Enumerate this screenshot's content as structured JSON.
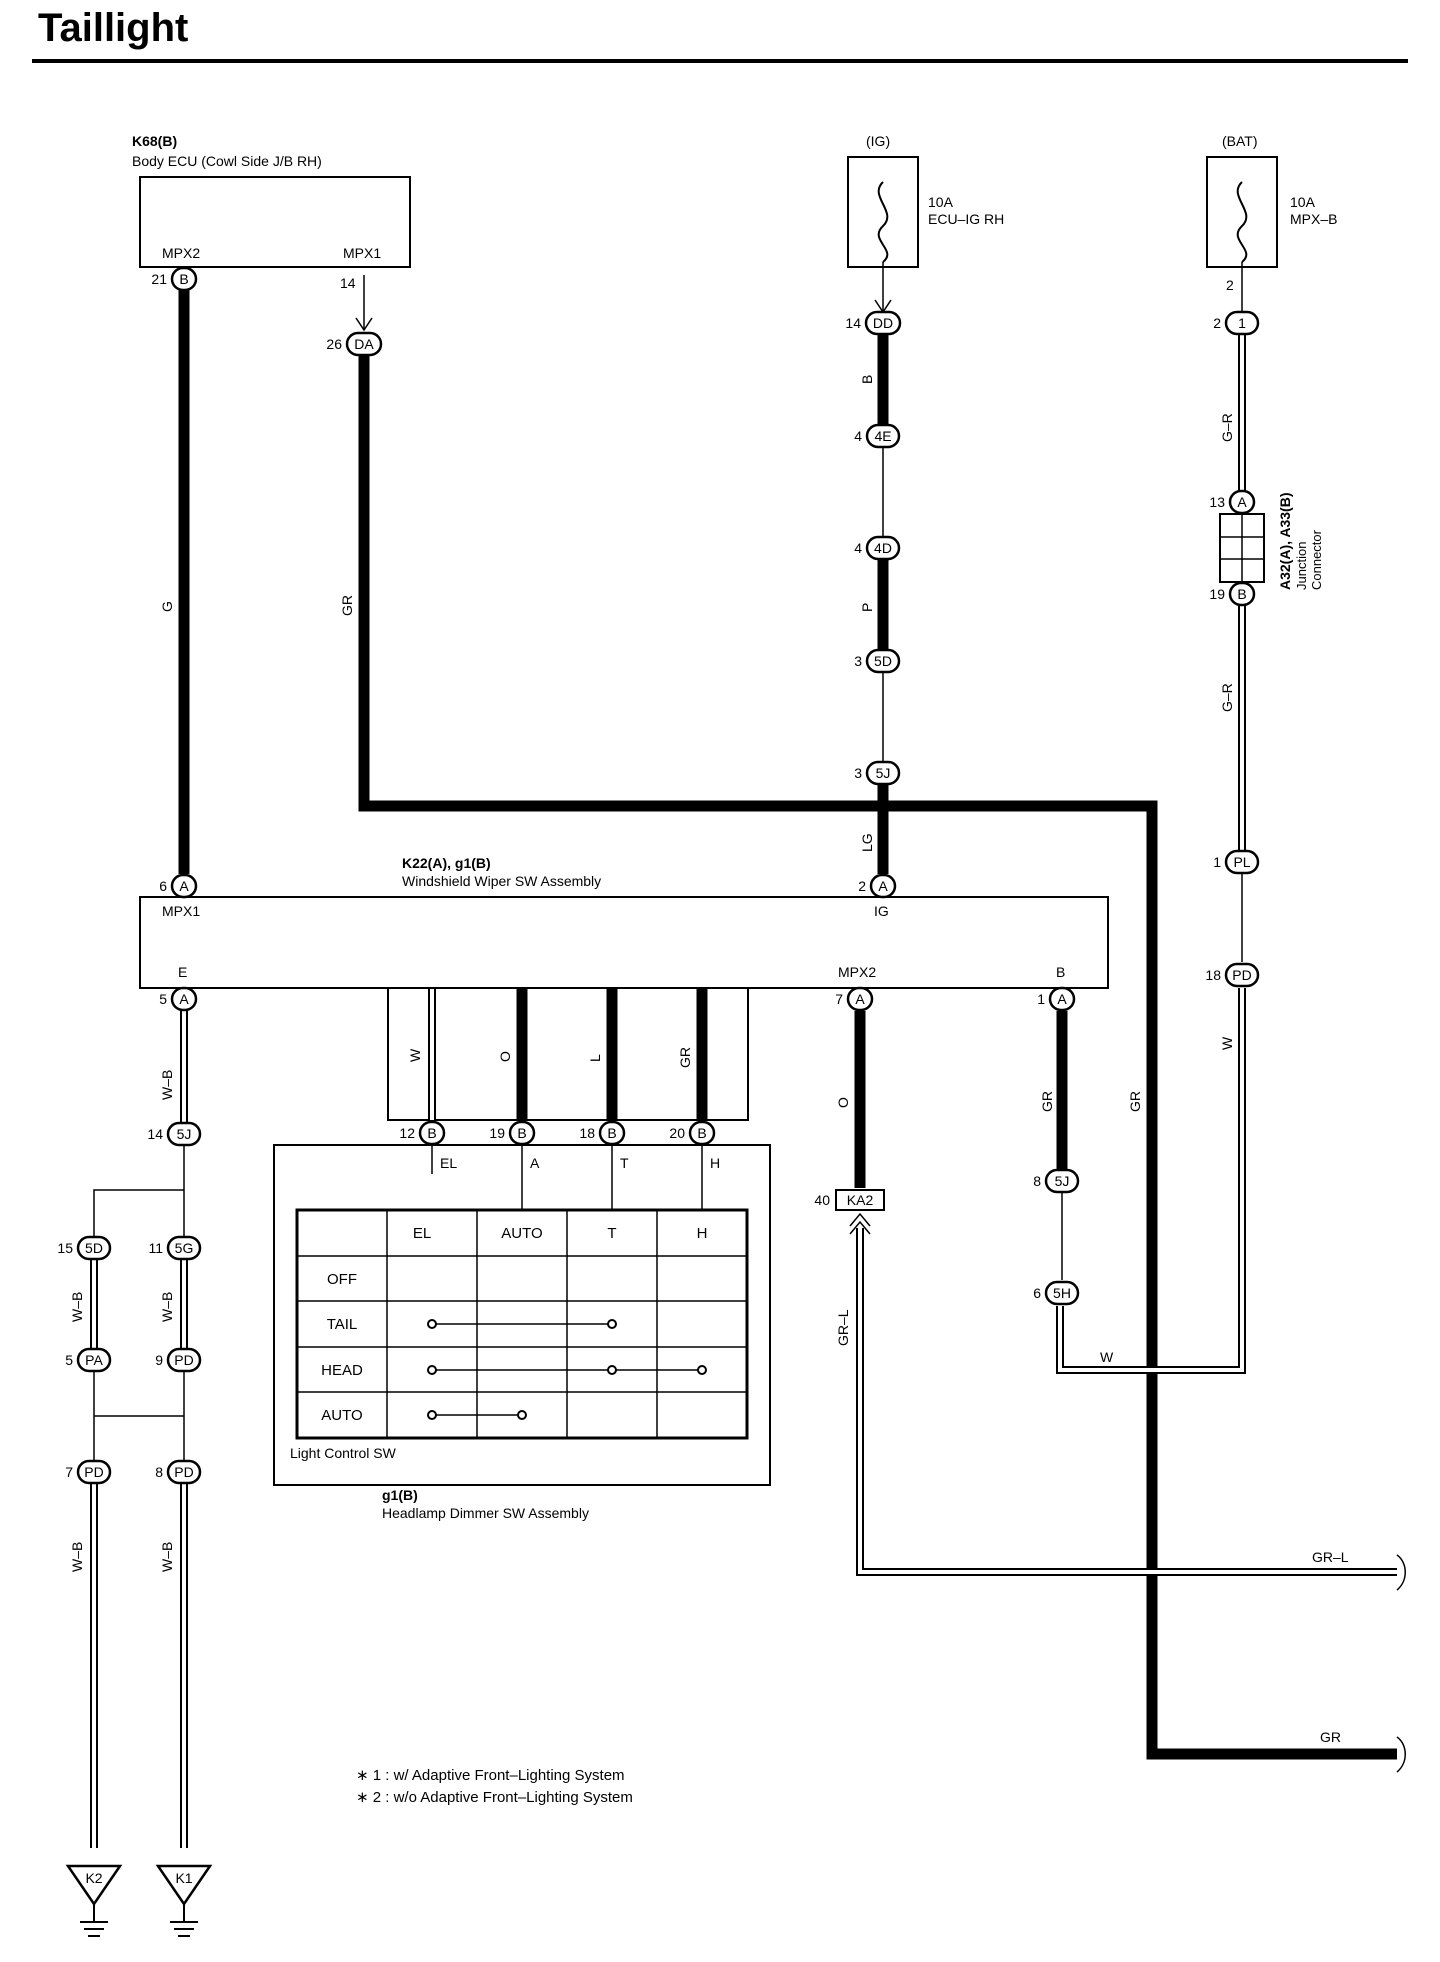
{
  "page": {
    "title": "Taillight"
  },
  "body_ecu": {
    "code": "K68(B)",
    "name": "Body ECU (Cowl Side J/B RH)",
    "pin_left": "MPX2",
    "pin_right": "MPX1"
  },
  "fuse_ig": {
    "source": "(IG)",
    "rating": "10A",
    "name": "ECU–IG RH"
  },
  "fuse_bat": {
    "source": "(BAT)",
    "rating": "10A",
    "name": "MPX–B"
  },
  "junction": {
    "code": "A32(A), A33(B)",
    "name_line1": "Junction",
    "name_line2": "Connector"
  },
  "wiper_sw": {
    "code": "K22(A), g1(B)",
    "name": "Windshield Wiper SW Assembly",
    "pin_mpx1": "MPX1",
    "pin_ig": "IG",
    "pin_e": "E",
    "pin_mpx2": "MPX2",
    "pin_b": "B"
  },
  "dimmer_sw": {
    "code": "g1(B)",
    "name": "Headlamp Dimmer SW Assembly",
    "light_control_label": "Light Control SW",
    "terminals": [
      "EL",
      "A",
      "T",
      "H"
    ]
  },
  "switch_table": {
    "columns": [
      "EL",
      "AUTO",
      "T",
      "H"
    ],
    "rows": [
      "OFF",
      "TAIL",
      "HEAD",
      "AUTO"
    ]
  },
  "connectors": {
    "c_21B": {
      "pin": "21",
      "code": "B"
    },
    "c_26DA": {
      "pin": "26",
      "code": "DA"
    },
    "c_14DD": {
      "pin": "14",
      "code": "DD"
    },
    "c_4E": {
      "pin": "4",
      "code": "4E"
    },
    "c_4D": {
      "pin": "4",
      "code": "4D"
    },
    "c_3_5D": {
      "pin": "3",
      "code": "5D"
    },
    "c_3_5J": {
      "pin": "3",
      "code": "5J"
    },
    "c_2A": {
      "pin": "2",
      "code": "A"
    },
    "c_6A": {
      "pin": "6",
      "code": "A"
    },
    "c_5A": {
      "pin": "5",
      "code": "A"
    },
    "c_7A": {
      "pin": "7",
      "code": "A"
    },
    "c_1A": {
      "pin": "1",
      "code": "A"
    },
    "c_2_1": {
      "pin": "2",
      "code": "1"
    },
    "c_13A": {
      "pin": "13",
      "code": "A"
    },
    "c_19B": {
      "pin": "19",
      "code": "B"
    },
    "c_1PL": {
      "pin": "1",
      "code": "PL"
    },
    "c_18PD": {
      "pin": "18",
      "code": "PD"
    },
    "c_14_5J": {
      "pin": "14",
      "code": "5J"
    },
    "c_15_5D": {
      "pin": "15",
      "code": "5D"
    },
    "c_11_5G": {
      "pin": "11",
      "code": "5G"
    },
    "c_5PA": {
      "pin": "5",
      "code": "PA"
    },
    "c_9PD": {
      "pin": "9",
      "code": "PD"
    },
    "c_7PD": {
      "pin": "7",
      "code": "PD"
    },
    "c_8PD": {
      "pin": "8",
      "code": "PD"
    },
    "c_12B": {
      "pin": "12",
      "code": "B"
    },
    "c_19Bsw": {
      "pin": "19",
      "code": "B"
    },
    "c_18B": {
      "pin": "18",
      "code": "B"
    },
    "c_20B": {
      "pin": "20",
      "code": "B"
    },
    "c_40KA2": {
      "pin": "40",
      "code": "KA2"
    },
    "c_8_5J": {
      "pin": "8",
      "code": "5J"
    },
    "c_6_5H": {
      "pin": "6",
      "code": "5H"
    }
  },
  "wire_colors": {
    "g": "G",
    "gr_main": "GR",
    "b": "B",
    "p": "P",
    "lg": "LG",
    "gr_r_top": "G–R",
    "gr_r_mid": "G–R",
    "w_right": "W",
    "w_bottom": "W",
    "wb_top": "W–B",
    "wb_left1": "W–B",
    "wb_left2": "W–B",
    "wb_bot1": "W–B",
    "wb_bot2": "W–B",
    "sw_w": "W",
    "sw_o": "O",
    "sw_l": "L",
    "sw_gr": "GR",
    "o_mpx2": "O",
    "gr_b": "GR",
    "gr_right": "GR",
    "grl_left": "GR–L",
    "grl_out": "GR–L",
    "gr_out": "GR"
  },
  "grounds": {
    "k2": "K2",
    "k1": "K1"
  },
  "notes": {
    "note1": "∗ 1 : w/ Adaptive Front–Lighting System",
    "note2": "∗ 2 : w/o Adaptive Front–Lighting System"
  }
}
